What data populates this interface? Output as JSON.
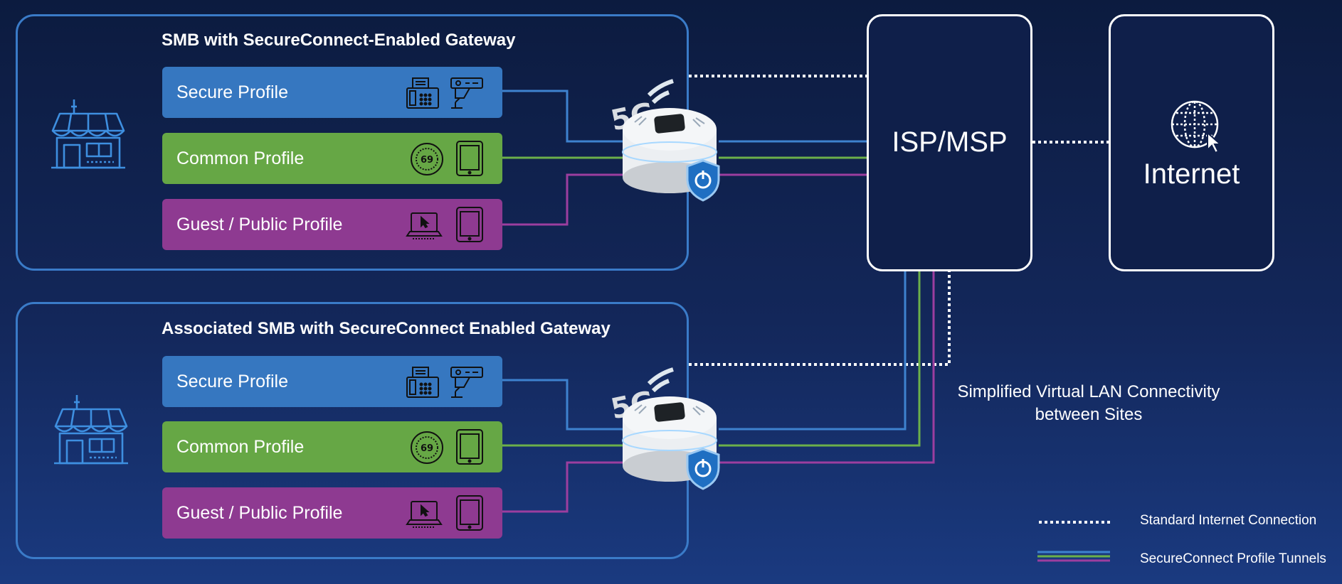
{
  "sites": [
    {
      "title": "SMB with SecureConnect-Enabled Gateway",
      "profiles": [
        {
          "label": "Secure Profile",
          "devices": [
            "fax-machine-icon",
            "security-camera-icon"
          ]
        },
        {
          "label": "Common Profile",
          "devices": [
            "meter-icon",
            "tablet-icon"
          ]
        },
        {
          "label": "Guest / Public Profile",
          "devices": [
            "laptop-icon",
            "tablet-icon"
          ]
        }
      ],
      "gateway_badge": "5G",
      "meter_value": "69"
    },
    {
      "title": "Associated SMB with SecureConnect Enabled Gateway",
      "profiles": [
        {
          "label": "Secure Profile",
          "devices": [
            "fax-machine-icon",
            "security-camera-icon"
          ]
        },
        {
          "label": "Common Profile",
          "devices": [
            "meter-icon",
            "tablet-icon"
          ]
        },
        {
          "label": "Guest / Public Profile",
          "devices": [
            "laptop-icon",
            "tablet-icon"
          ]
        }
      ],
      "gateway_badge": "5G",
      "meter_value": "69"
    }
  ],
  "isp": {
    "label": "ISP/MSP"
  },
  "internet": {
    "label": "Internet"
  },
  "note": {
    "line1": "Simplified Virtual LAN Connectivity",
    "line2": "between Sites"
  },
  "legend": {
    "standard": "Standard Internet Connection",
    "tunnels": "SecureConnect Profile Tunnels"
  },
  "colors": {
    "secure": "#3677c0",
    "common": "#66a745",
    "guest": "#8e3a91",
    "panel_border": "#3a7bc8",
    "secure_line": "#3e82cf",
    "common_line": "#6cb04a",
    "guest_line": "#9c3e9f"
  }
}
